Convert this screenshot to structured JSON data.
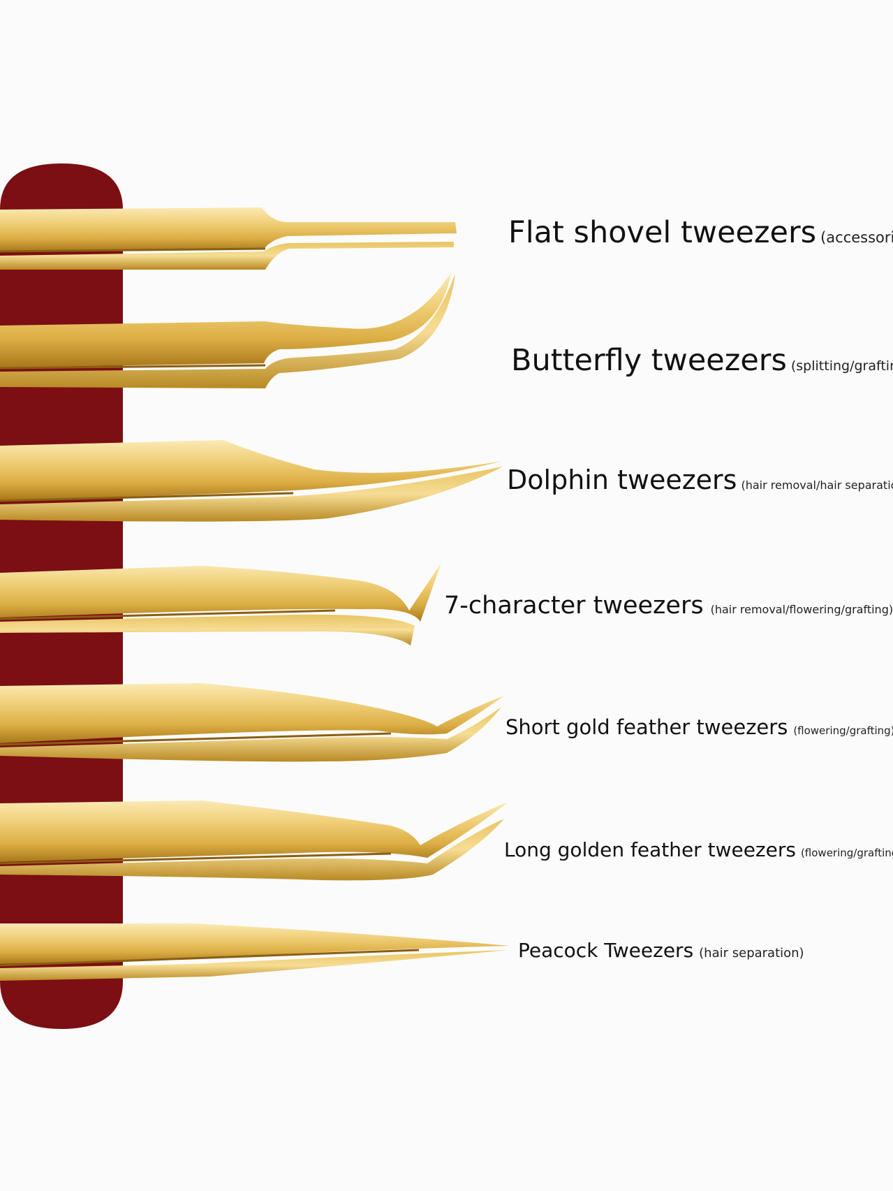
{
  "colors": {
    "background": "#fbfbfb",
    "stand": "#7b0f14",
    "gold_light": "#f5dd98",
    "gold_mid": "#e2bb55",
    "gold_dark": "#9c6d12"
  },
  "stand": {
    "icon": "display-stand-icon"
  },
  "tweezers": [
    {
      "name": "Flat shovel tweezers",
      "use": "(accessories)",
      "icon": "flat-shovel-tweezers-icon"
    },
    {
      "name": "Butterfly tweezers",
      "use": "(splitting/grafting)",
      "icon": "butterfly-tweezers-icon"
    },
    {
      "name": "Dolphin tweezers",
      "use": "(hair removal/hair separation)",
      "icon": "dolphin-tweezers-icon"
    },
    {
      "name": "7-character tweezers",
      "use": "(hair removal/flowering/grafting)",
      "icon": "7-character-tweezers-icon"
    },
    {
      "name": "Short gold feather tweezers",
      "use": "(flowering/grafting)",
      "icon": "short-gold-feather-tweezers-icon"
    },
    {
      "name": "Long golden feather tweezers",
      "use": "(flowering/grafting)",
      "icon": "long-golden-feather-tweezers-icon"
    },
    {
      "name": "Peacock Tweezers",
      "use": "(hair separation)",
      "icon": "peacock-tweezers-icon"
    }
  ]
}
